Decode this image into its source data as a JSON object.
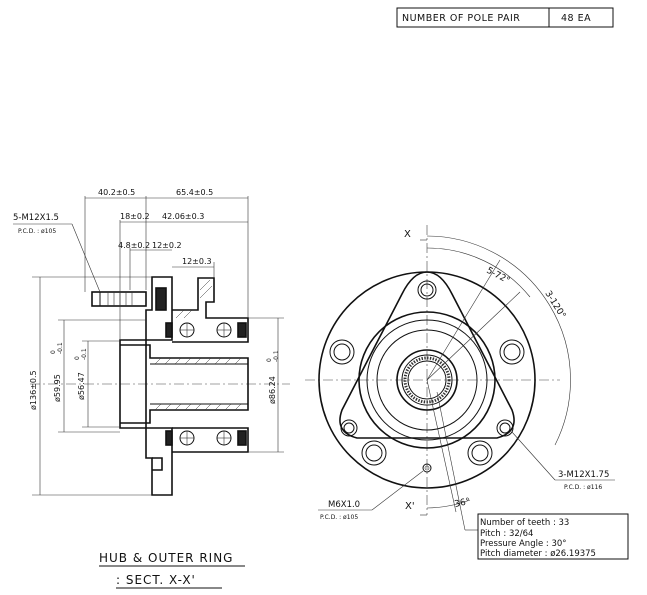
{
  "pole_table": {
    "label": "NUMBER OF POLE PAIR",
    "value": "48 EA"
  },
  "section_view": {
    "dims": {
      "d40_2": "40.2±0.5",
      "d65_4": "65.4±0.5",
      "d18": "18±0.2",
      "d42_06": "42.06±0.3",
      "d4_8": "4.8±0.2",
      "d12a": "12±0.2",
      "d12b": "12±0.3",
      "dia136": "ø136±0.5",
      "dia59_95": "ø59.95",
      "dia56_47": "ø56.47",
      "dia86_24": "ø86.24",
      "tol_0": "0",
      "tol_m01": "-0.1"
    },
    "bolt_note": {
      "main": "5-M12X1.5",
      "pcd": "P.C.D. : ø105"
    }
  },
  "front_view": {
    "labels": {
      "x_top": "X",
      "x_bottom": "X'",
      "angle_72": "5-72°",
      "angle_120": "3-120°",
      "angle_36": "36°"
    },
    "m12_note": {
      "main": "3-M12X1.75",
      "pcd": "P.C.D. : ø116"
    },
    "m6_note": {
      "main": "M6X1.0",
      "pcd": "P.C.D. : ø105"
    },
    "spline_box": {
      "teeth": "Number of teeth : 33",
      "pitch": "Pitch : 32/64",
      "pressure": "Pressure Angle : 30°",
      "pitch_dia": "Pitch diameter : ø26.19375"
    }
  },
  "caption": {
    "title": "HUB & OUTER RING",
    "subtitle": ": SECT. X-X'"
  }
}
